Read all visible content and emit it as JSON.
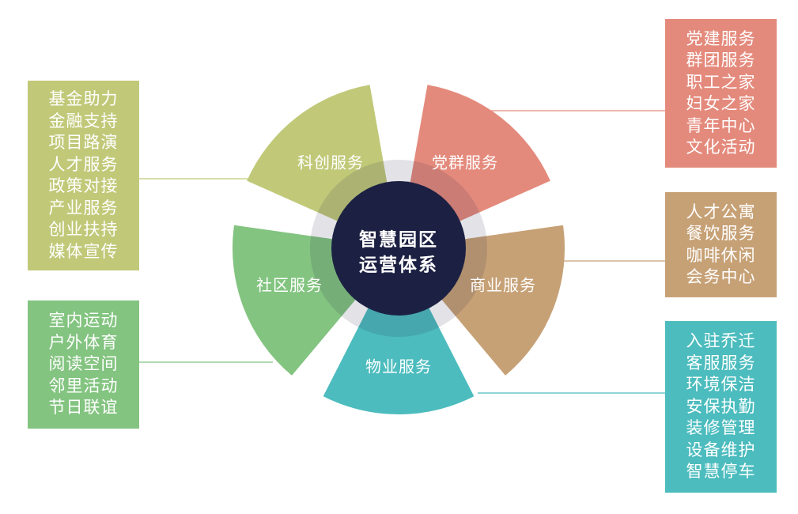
{
  "title": "智慧园区运营体系",
  "center": {
    "line1": "智慧园区",
    "line2": "运营体系",
    "color": "#1c2143"
  },
  "sectors": [
    {
      "id": "party",
      "label": "党群服务",
      "color": "#e48a7c",
      "items": [
        "党建服务",
        "群团服务",
        "职工之家",
        "妇女之家",
        "青年中心",
        "文化活动"
      ]
    },
    {
      "id": "business",
      "label": "商业服务",
      "color": "#c7a176",
      "items": [
        "人才公寓",
        "餐饮服务",
        "咖啡休闲",
        "会务中心"
      ]
    },
    {
      "id": "property",
      "label": "物业服务",
      "color": "#4cbcbe",
      "items": [
        "入驻乔迁",
        "客服服务",
        "环境保洁",
        "安保执勤",
        "装修管理",
        "设备维护",
        "智慧停车"
      ]
    },
    {
      "id": "community",
      "label": "社区服务",
      "color": "#83c480",
      "items": [
        "室内运动",
        "户外体育",
        "阅读空间",
        "邻里活动",
        "节日联谊"
      ]
    },
    {
      "id": "innovation",
      "label": "科创服务",
      "color": "#c1c979",
      "items": [
        "基金助力",
        "金融支持",
        "项目路演",
        "人才服务",
        "政策对接",
        "产业服务",
        "创业扶持",
        "媒体宣传"
      ]
    }
  ]
}
